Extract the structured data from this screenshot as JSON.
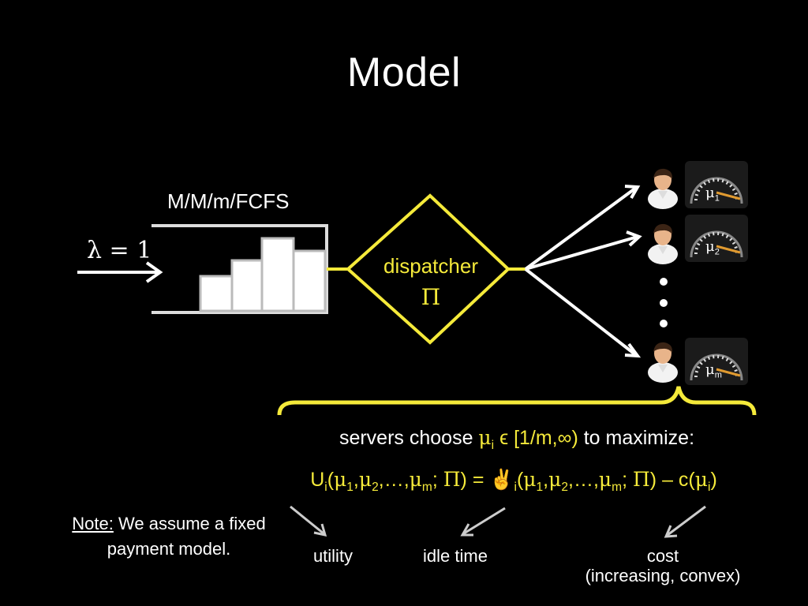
{
  "title": "Model",
  "queue_label": "M/M/m/FCFS",
  "arrival_rate": "λ = 1",
  "dispatcher": {
    "label": "dispatcher",
    "symbol": "Π"
  },
  "servers": [
    {
      "rate_symbol": "μ",
      "rate_sub": "1",
      "icon": "person-icon"
    },
    {
      "rate_symbol": "μ",
      "rate_sub": "2",
      "icon": "person-icon"
    },
    {
      "rate_symbol": "μ",
      "rate_sub": "m",
      "icon": "person-icon"
    }
  ],
  "ellipsis": "• • •",
  "statement": {
    "prefix": "servers choose ",
    "mu": "μ",
    "mu_sub": "i",
    "interval": " ϵ [1/m,∞)",
    "suffix": " to maximize:"
  },
  "utility_formula": {
    "u": "U",
    "u_sub": "i",
    "args_open": "(",
    "mu": "μ",
    "s1": "1",
    "s2": "2",
    "sm": "m",
    "comma": ",",
    "dots": ",…,",
    "semicolon": "; ",
    "pi": "Π",
    "close_eq": ") = ",
    "idle_symbol": "✌",
    "idle_sub": "i",
    "close_minus": ") – ",
    "cost": "c(",
    "cost_mu": "μ",
    "cost_sub": "i",
    "cost_close": ")"
  },
  "note": {
    "label": "Note:",
    "text": " We assume a fixed payment model."
  },
  "bottom_labels": {
    "utility": "utility",
    "idle_time": "idle time",
    "cost": "cost",
    "cost_detail": "(increasing, convex)"
  },
  "colors": {
    "background": "#000000",
    "accent_yellow": "#f5ea3a",
    "text": "#ffffff",
    "queue_line": "#dddddd",
    "arrow_gray": "#cccccc"
  }
}
